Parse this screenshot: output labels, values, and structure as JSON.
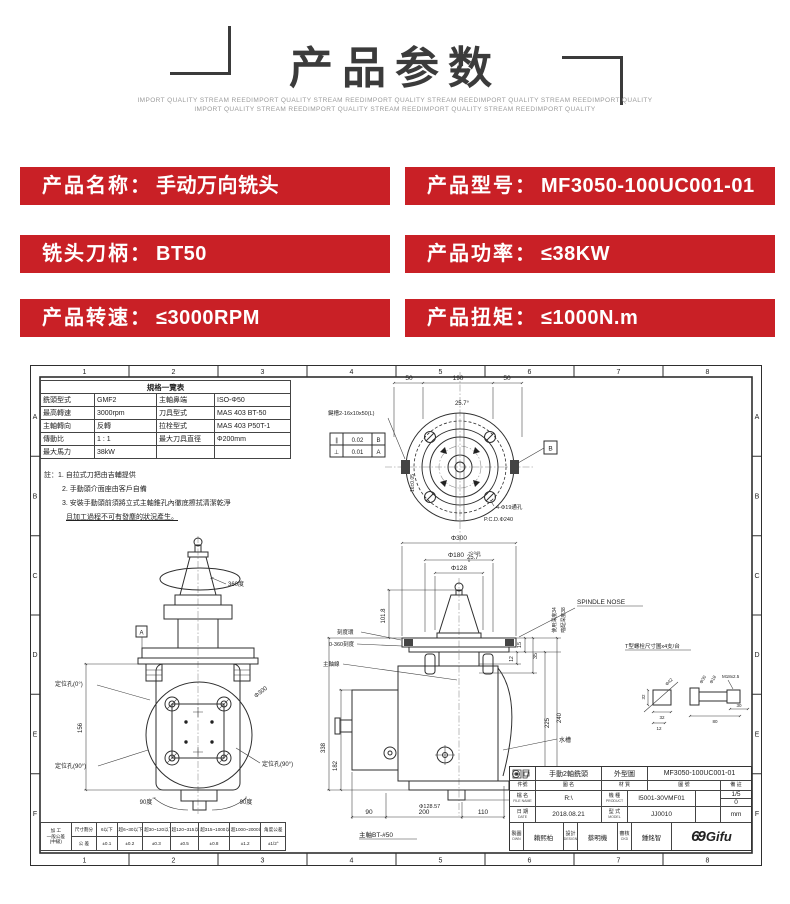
{
  "header": {
    "title": "产品参数",
    "tagline1": "IMPORT QUALITY STREAM REEDIMPORT QUALITY STREAM REEDIMPORT QUALITY STREAM REEDIMPORT QUALITY STREAM REEDIMPORT QUALITY",
    "tagline2": "IMPORT QUALITY STREAM REEDIMPORT QUALITY STREAM REEDIMPORT QUALITY STREAM REEDIMPORT QUALITY"
  },
  "params": [
    {
      "label": "产品名称：",
      "value": "手动万向铣头"
    },
    {
      "label": "产品型号：",
      "value": "MF3050-100UC001-01"
    },
    {
      "label": "铣头刀柄：",
      "value": "BT50"
    },
    {
      "label": "产品功率：",
      "value": "≤38KW"
    },
    {
      "label": "产品转速：",
      "value": "≤3000RPM"
    },
    {
      "label": "产品扭矩：",
      "value": "≤1000N.m"
    }
  ],
  "drawing": {
    "grid_cols": [
      "1",
      "2",
      "3",
      "4",
      "5",
      "6",
      "7",
      "8"
    ],
    "grid_rows": [
      "A",
      "B",
      "C",
      "D",
      "E",
      "F"
    ],
    "spec": {
      "title": "規格一覽表",
      "rows": [
        [
          "銑頭型式",
          "GMF2",
          "主軸鼻端",
          "ISO-Φ50"
        ],
        [
          "最高轉速",
          "3000rpm",
          "刀具型式",
          "MAS 403 BT-50"
        ],
        [
          "主軸轉向",
          "反轉",
          "拉栓型式",
          "MAS 403 P50T-1"
        ],
        [
          "傳動比",
          "1 : 1",
          "最大刀具直徑",
          "Φ200mm"
        ],
        [
          "最大馬力",
          "38kW",
          "",
          ""
        ]
      ]
    },
    "notes": {
      "l1": "註：1. 自拉式刀把由吉輔提供",
      "l2": "2. 手動頭介面座由客戶自備",
      "l3": "3. 安裝手動頭前須將立式主軸錐孔內徹底擦拭清潔乾淨",
      "l4": "且加工過程不可有發塵的狀況產生。"
    },
    "tv": {
      "d50a": "50",
      "d190": "190",
      "d50b": "50",
      "a_top": "25.7°",
      "a_bot": "25.7°",
      "key_note": "鍵槽2-16x10x50(L)",
      "key16": "16±0.05",
      "t1s": "∥",
      "t1v": "0.02",
      "t1r": "B",
      "t2s": "⊥",
      "t2v": "0.01",
      "t2r": "A",
      "datumB": "B",
      "holes": "4-Φ19通孔",
      "pcd": "P.C.D.Φ240"
    },
    "lv": {
      "deg360": "360度",
      "datumA": "A",
      "p0": "定位孔(0°)",
      "p90l": "定位孔(90°)",
      "p90r": "定位孔(90°)",
      "d300": "Φ300",
      "deg90l": "90度",
      "deg90r": "90度",
      "d156": "156"
    },
    "fv": {
      "d300": "Φ300",
      "d180": "Φ180",
      "d180s": "+0.045",
      "d180b": "0",
      "d128": "Φ128",
      "d1018": "101.8",
      "ring": "刻度環",
      "ring2": "0-360刻度",
      "axis": "主軸線",
      "nose": "SPINDLE NOSE",
      "dep34": "使用深度34",
      "dep38": "嚙配深度38",
      "d15": "15",
      "d35": "35",
      "d12": "12",
      "d225": "225",
      "d240": "240",
      "d338": "338",
      "d182": "182",
      "water": "水槽",
      "d12857": "Φ128.57",
      "d90": "90",
      "d200": "200",
      "d110": "110",
      "bt": "主軸BT-#50"
    },
    "nd": {
      "t": "T型螺栓尺寸圖x4支/台",
      "d42": "Φ42",
      "d30": "Φ30",
      "d18": "Φ18",
      "m18": "M18x2.5",
      "a32": "32",
      "b32": "32",
      "c12": "12",
      "d80": "80",
      "e30": "30"
    },
    "tt": {
      "c1": "加 工",
      "c2": "一般公差",
      "c3": "(中級)",
      "h0": "尺寸劃分",
      "h1": "6以下",
      "h2": "超6~30以下",
      "h3": "超30~120以下",
      "h4": "超120~315以下",
      "h5": "超315~1000以下",
      "h6": "超1000~2000以下",
      "h7": "角度公差",
      "v0": "公 差",
      "v1": "±0.1",
      "v2": "±0.2",
      "v3": "±0.3",
      "v4": "±0.5",
      "v5": "±0.8",
      "v6": "±1.2",
      "v7": "±1/2°"
    },
    "tb": {
      "name": "手動2軸銑頭",
      "type": "外型圖",
      "no": "MF3050-100UC001-01",
      "h_item": "件號",
      "h_name": "圖  名",
      "h_mat": "材  質",
      "h_no": "圖  號",
      "h_rem": "備 註",
      "f_l": "檔 名",
      "f_s": "FILE NAME",
      "f_v": "R:\\",
      "p_l": "機 種",
      "p_s": "PRODUCT",
      "p_v": "I5001-30VMF01",
      "d_l": "日 期",
      "d_s": "DATE",
      "d_v": "2018.08.21",
      "m_l": "型 式",
      "m_s": "MODEL",
      "m_v": "JJ0010",
      "scale": "1/5",
      "ang": "0",
      "unit": "mm",
      "dwn_l": "製圖",
      "dwn_s": "DWN",
      "dwn_v": "賴熙柏",
      "des_l": "設計",
      "des_s": "DESIGN",
      "des_v": "蔡明機",
      "ckd_l": "審核",
      "ckd_s": "CKD",
      "ckd_v": "鍾銘智",
      "mark": "69",
      "logo": "Gifu"
    }
  }
}
